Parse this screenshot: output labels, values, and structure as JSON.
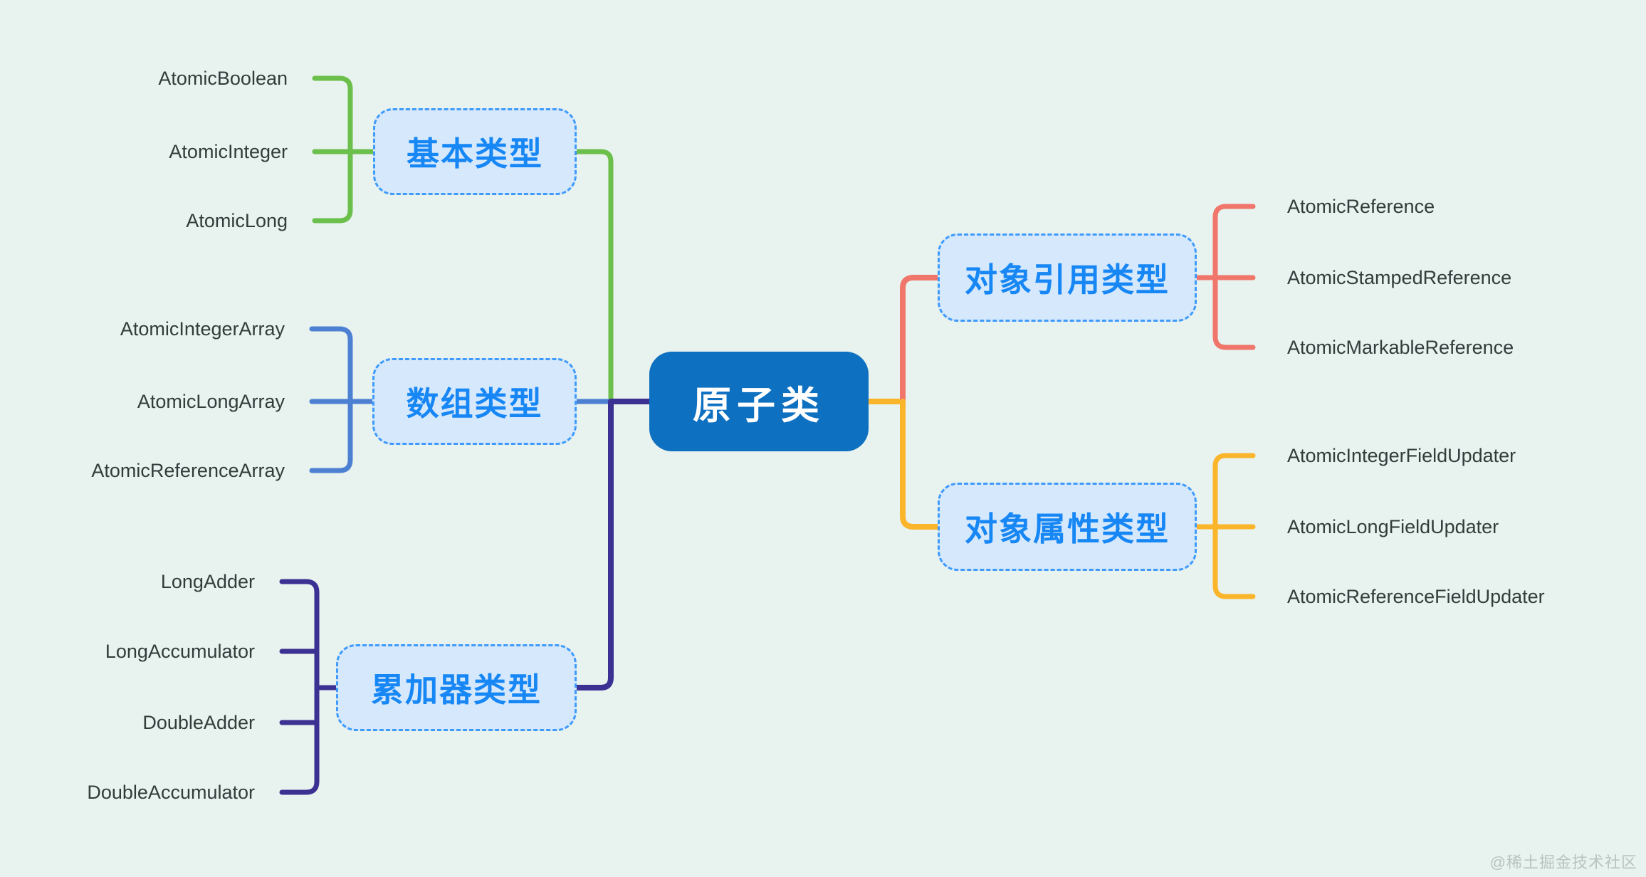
{
  "background": "#e8f2ee",
  "root": {
    "label": "原子类",
    "fill": "#0e70c0",
    "text_color": "#ffffff"
  },
  "node_style": {
    "fill": "#d6e8fb",
    "border": "#3e9bfc",
    "text_color": "#1787f5"
  },
  "child_text_color": "#313c3b",
  "branches": [
    {
      "id": "basic",
      "label": "基本类型",
      "color": "#6bbf4b",
      "side": "left",
      "children": [
        "AtomicBoolean",
        "AtomicInteger",
        "AtomicLong"
      ]
    },
    {
      "id": "array",
      "label": "数组类型",
      "color": "#4c80d2",
      "side": "left",
      "children": [
        "AtomicIntegerArray",
        "AtomicLongArray",
        "AtomicReferenceArray"
      ]
    },
    {
      "id": "accumulator",
      "label": "累加器类型",
      "color": "#3b3192",
      "side": "left",
      "children": [
        "LongAdder",
        "LongAccumulator",
        "DoubleAdder",
        "DoubleAccumulator"
      ]
    },
    {
      "id": "object-reference",
      "label": "对象引用类型",
      "color": "#f0756a",
      "side": "right",
      "children": [
        "AtomicReference",
        "AtomicStampedReference",
        "AtomicMarkableReference"
      ]
    },
    {
      "id": "object-field",
      "label": "对象属性类型",
      "color": "#fbb52a",
      "side": "right",
      "children": [
        "AtomicIntegerFieldUpdater",
        "AtomicLongFieldUpdater",
        "AtomicReferenceFieldUpdater"
      ]
    }
  ],
  "watermark": {
    "text": "@稀土掘金技术社区",
    "color": "#b7c4c0"
  }
}
